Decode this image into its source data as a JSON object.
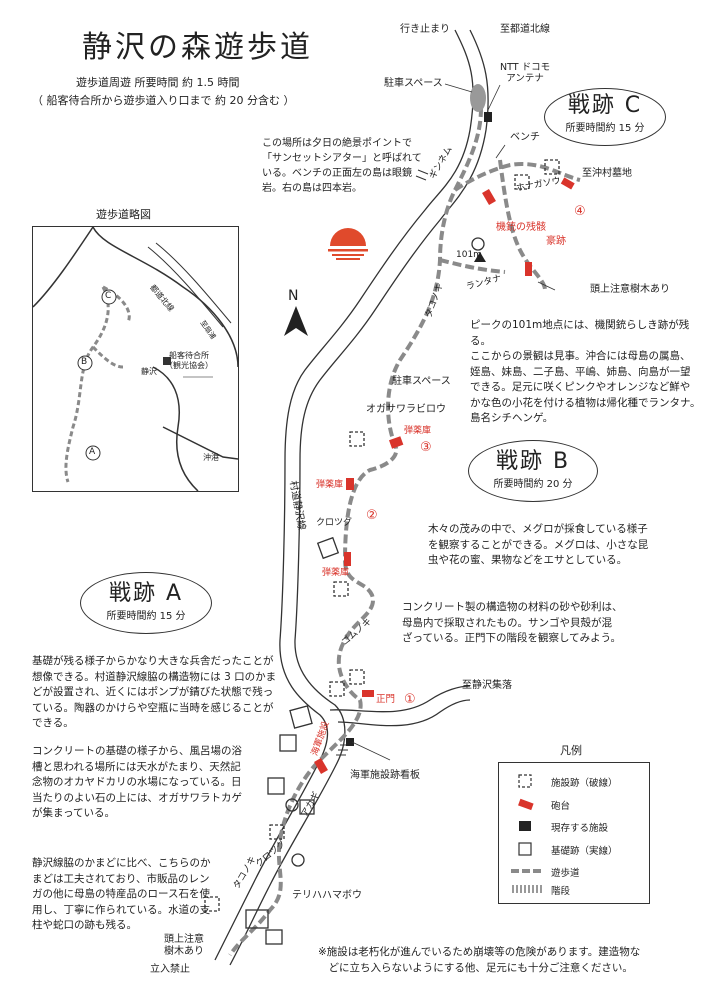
{
  "title": "静沢の森遊歩道",
  "subtitle": {
    "line1": "遊歩道周遊  所要時間 約 1.5 時間",
    "line2": "（ 船客待合所から遊歩道入り口まで 約 20 分含む ）"
  },
  "north": "N",
  "inset": {
    "title": "遊歩道略図",
    "labels": {
      "road1": "都道北線",
      "road2": "至扇浦",
      "terminal": "船客待合所\n（観光協会）",
      "shizusawa": "静沢",
      "okiko": "沖港"
    },
    "circles": [
      "C",
      "B",
      "A"
    ]
  },
  "battle_sites": [
    {
      "name": "戦跡 C",
      "time": "所要時間約 15 分"
    },
    {
      "name": "戦跡 B",
      "time": "所要時間約 20 分"
    },
    {
      "name": "戦跡 A",
      "time": "所要時間約 15 分"
    }
  ],
  "map_labels": {
    "dead_end": "行き止まり",
    "to_kitasen": "至都道北線",
    "parking_top": "駐車スペース",
    "ntt": "NTT ドコモ\nアンテナ",
    "bench": "ベンチ",
    "to_okimura": "至沖村墓地",
    "hunagaso": "ホナガソウ",
    "kaiso": "ギンネム",
    "gun_ruin": "機銃の残骸",
    "gouseki": "豪跡",
    "peak": "101m",
    "lantana": "ランタナ",
    "overhead_tree": "頭上注意樹木あり",
    "takonoki_top": "タコノキ",
    "parking_mid": "駐車スペース",
    "ogasawara_birou": "オガサワラビロウ",
    "road_shizusawa": "村道静沢線",
    "danyaku1": "弾薬庫",
    "danyaku2": "弾薬庫",
    "danyaku3": "弾薬庫",
    "kurotsugu_mid": "クロツグ",
    "gumunoki": "ゴムノキ",
    "seimon": "正門",
    "to_shizusawa": "至静沢集落",
    "kaigun_sign": "海軍施設跡看板",
    "kaigun_label": "海軍施設",
    "akatonbo": "アカギ",
    "kurotsugu_bottom": "クロツグ",
    "takonoki_bottom": "タコノキ",
    "terihahamabou": "テリハハマボウ",
    "overhead_bottom": "頭上注意\n樹木あり",
    "no_entry": "立入禁止",
    "num1": "①",
    "num2": "②",
    "num3": "③",
    "num4": "④"
  },
  "notes": {
    "sunset": "この場所は夕日の絶景ポイントで\n「サンセットシアター」と呼ばれて\nいる。ベンチの正面左の島は眼鏡\n岩。右の島は四本岩。",
    "peak": "ピークの101m地点には、機関銃らしき跡が残る。\nここからの景観は見事。沖合には母島の属島、\n姪島、妹島、二子島、平嶋、姉島、向島が一望\nできる。足元に咲くピンクやオレンジなど鮮や\nかな色の小花を付ける植物は帰化種でランタナ。\n島名シチヘンゲ。",
    "meguro": "木々の茂みの中で、メグロが採食している様子\nを観察することができる。メグロは、小さな昆\n虫や花の蜜、果物などをエサとしている。",
    "concrete": "コンクリート製の構造物の材料の砂や砂利は、\n母島内で採取されたもの。サンゴや貝殻が混\nざっている。正門下の階段を観察してみよう。",
    "heisha": "基礎が残る様子からかなり大きな兵舎だったことが\n想像できる。村道静沢線脇の構造物には 3 口のかま\nどが設置され、近くにはポンプが錆びた状態で残っ\nている。陶器のかけらや空瓶に当時を感じることが\nできる。",
    "bath": "コンクリートの基礎の様子から、風呂場の浴\n槽と思われる場所には天水がたまり、天然記\n念物のオカヤドカリの水場になっている。日\n当たりのよい石の上には、オガサワラトカゲ\nが集まっている。",
    "kamado": "静沢線脇のかまどに比べ、こちらのか\nまどは工夫されており、市販品のレン\nガの他に母島の特産品のロース石を使\n用し、丁寧に作られている。水道の支\n柱や蛇口の跡も残る。",
    "warning": "※施設は老朽化が進んでいるため崩壊等の危険があります。建造物な\n　どに立ち入らないようにする他、足元にも十分ご注意ください。"
  },
  "legend": {
    "title": "凡例",
    "items": [
      "施設跡（破線）",
      "砲台",
      "現存する施設",
      "基礎跡（実線）",
      "遊歩道",
      "階段"
    ]
  },
  "colors": {
    "cannon_red": "#d9342b",
    "trail_gray": "#8a8a8a",
    "sun_red": "#e04a2c"
  }
}
